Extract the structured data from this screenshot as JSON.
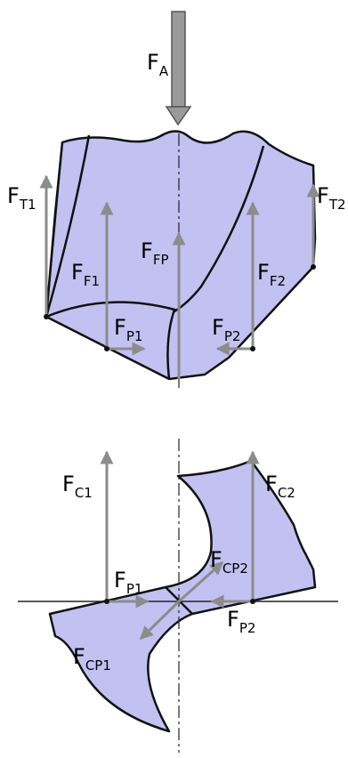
{
  "colors": {
    "fill": "#c3c1f2",
    "outline": "#111111",
    "arrow": "#8c8c8c",
    "axis": "#222222"
  },
  "top_view": {
    "label_fa": {
      "main": "F",
      "sub": "A"
    },
    "label_ft1": {
      "main": "F",
      "sub": "T1"
    },
    "label_ft2": {
      "main": "F",
      "sub": "T2"
    },
    "label_ff1": {
      "main": "F",
      "sub": "F1"
    },
    "label_ff2": {
      "main": "F",
      "sub": "F2"
    },
    "label_ffp": {
      "main": "F",
      "sub": "FP"
    },
    "label_fp1": {
      "main": "F",
      "sub": "P1"
    },
    "label_fp2": {
      "main": "F",
      "sub": "P2"
    }
  },
  "bottom_view": {
    "label_fc1": {
      "main": "F",
      "sub": "C1"
    },
    "label_fc2": {
      "main": "F",
      "sub": "C2"
    },
    "label_fp1": {
      "main": "F",
      "sub": "P1"
    },
    "label_fp2": {
      "main": "F",
      "sub": "P2"
    },
    "label_fcp1": {
      "main": "F",
      "sub": "CP1"
    },
    "label_fcp2": {
      "main": "F",
      "sub": "CP2"
    }
  }
}
